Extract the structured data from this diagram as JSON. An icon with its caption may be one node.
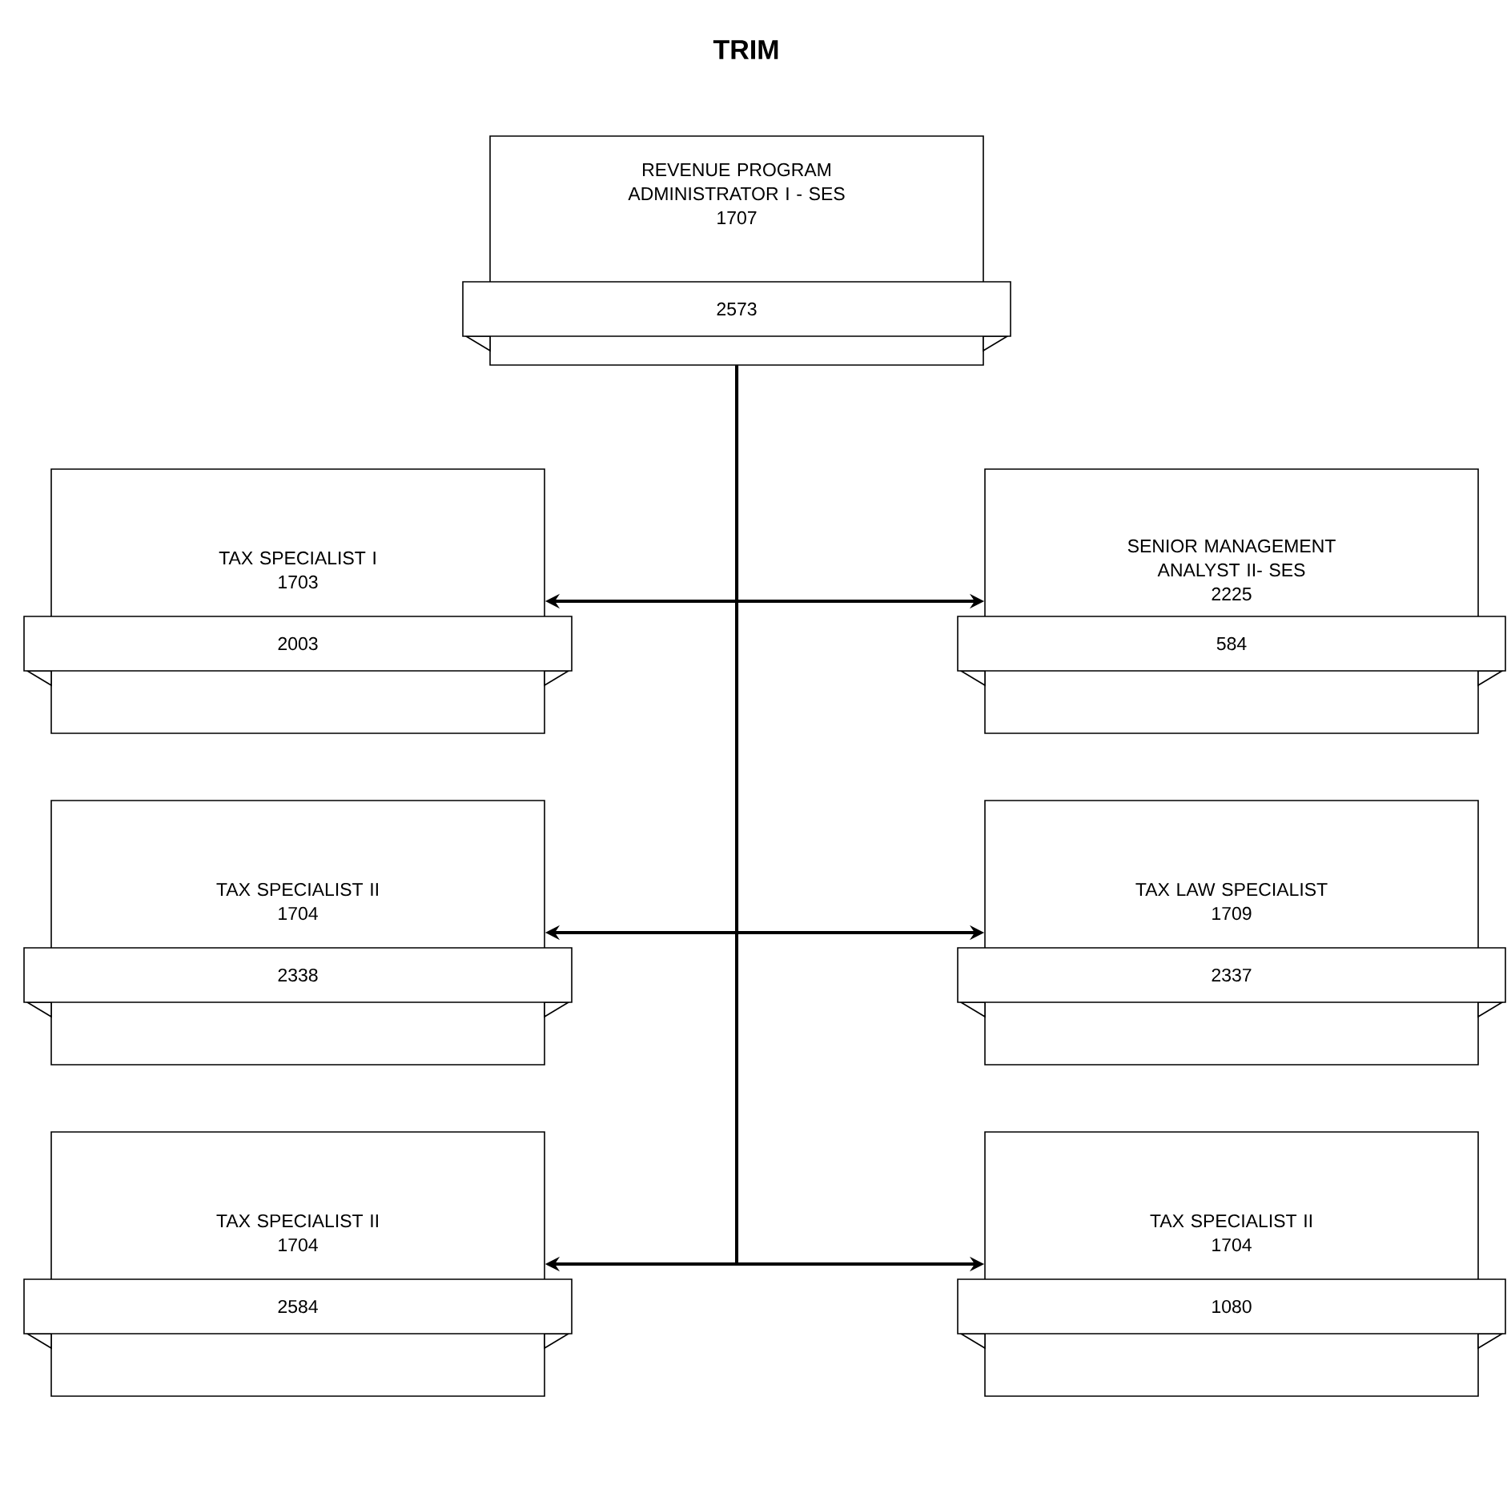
{
  "diagram": {
    "title": "TRIM",
    "nodes": [
      {
        "text": [
          "REVENUE PROGRAM ADMINISTRATOR I - SES",
          "1707",
          "2573"
        ]
      },
      {
        "text": [
          "TAX SPECIALIST I",
          "1703",
          "2003"
        ]
      },
      {
        "text": [
          "SENIOR MANAGEMENT ANALYST II- SES",
          "2225",
          "584"
        ]
      },
      {
        "text": [
          "TAX SPECIALIST II",
          "1704",
          "2338"
        ]
      },
      {
        "text": [
          "TAX LAW SPECIALIST",
          "1709",
          "2337"
        ]
      },
      {
        "text": [
          "TAX SPECIALIST II",
          "1704",
          "2584"
        ]
      },
      {
        "text": [
          "TAX SPECIALIST II",
          "1704",
          "1080"
        ]
      }
    ],
    "edges": [
      {
        "from": 0,
        "to": 1,
        "arrow": "to"
      },
      {
        "from": 0,
        "to": 2,
        "arrow": "to"
      },
      {
        "from": 0,
        "to": 3,
        "arrow": "to"
      },
      {
        "from": 0,
        "to": 4,
        "arrow": "to"
      },
      {
        "from": 0,
        "to": 5,
        "arrow": "to"
      },
      {
        "from": 0,
        "to": 6,
        "arrow": "to"
      }
    ]
  }
}
